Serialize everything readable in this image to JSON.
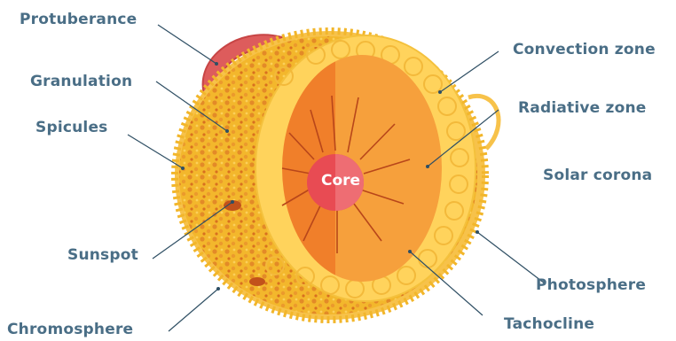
{
  "labels": {
    "protuberance": "Protuberance",
    "granulation": "Granulation",
    "spicules": "Spicules",
    "sunspot": "Sunspot",
    "chromosphere": "Chromosphere",
    "convection_zone": "Convection zone",
    "radiative_zone": "Radiative zone",
    "solar_corona": "Solar corona",
    "photosphere": "Photosphere",
    "tachocline": "Tachocline",
    "core": "Core"
  },
  "colors": {
    "label_text": "#4a6e86",
    "leader_line": "#2f4f64",
    "surface": "#f3b72c",
    "surface_spots": "#e07b22",
    "convection_zone": "#ffd35c",
    "convection_cells": "#f7c445",
    "radiative_left": "#f07f2a",
    "radiative_right": "#f6a03c",
    "core": "#e84b53",
    "protuberance": "#dd5c5c",
    "corona_loop": "#f7c24a"
  }
}
